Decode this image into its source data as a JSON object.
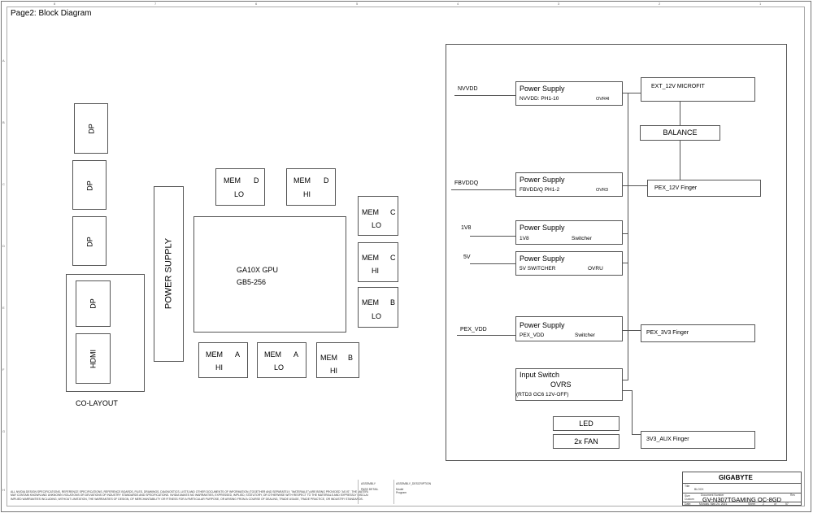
{
  "page_title": "Page2: Block Diagram",
  "left": {
    "dp1": "DP",
    "dp2": "DP",
    "dp3": "DP",
    "dp4": "DP",
    "hdmi": "HDMI",
    "co_layout": "CO-LAYOUT",
    "power_supply": "POWER SUPPLY"
  },
  "gpu": {
    "line1": "GA10X GPU",
    "line2": "GB5-256"
  },
  "mem": {
    "d_lo": {
      "mem": "MEM",
      "ch": "D",
      "bank": "LO"
    },
    "d_hi": {
      "mem": "MEM",
      "ch": "D",
      "bank": "HI"
    },
    "c_lo": {
      "mem": "MEM",
      "ch": "C",
      "bank": "LO"
    },
    "c_hi": {
      "mem": "MEM",
      "ch": "C",
      "bank": "HI"
    },
    "b_lo": {
      "mem": "MEM",
      "ch": "B",
      "bank": "LO"
    },
    "a_hi": {
      "mem": "MEM",
      "ch": "A",
      "bank": "HI"
    },
    "a_lo": {
      "mem": "MEM",
      "ch": "A",
      "bank": "LO"
    },
    "b_hi": {
      "mem": "MEM",
      "ch": "B",
      "bank": "HI"
    }
  },
  "power": {
    "nvvdd": {
      "rail": "NVVDD",
      "title": "Power Supply",
      "desc": "NVVDD: PH1-10",
      "ctrl": "OVR4I"
    },
    "fbvddq": {
      "rail": "FBVDDQ",
      "title": "Power Supply",
      "desc": "FBVDD/Q PH1-2",
      "ctrl": "OVR3"
    },
    "v1v8": {
      "rail": "1V8",
      "title": "Power Supply",
      "desc": "1V8",
      "ctrl": "Switcher"
    },
    "v5v": {
      "rail": "5V",
      "title": "Power Supply",
      "desc": "5V SWITCHER",
      "ctrl": "OVRU"
    },
    "pex_vdd": {
      "rail": "PEX_VDD",
      "title": "Power Supply",
      "desc": "PEX_VDD",
      "ctrl": "Switcher"
    }
  },
  "input_switch": {
    "title": "Input Switch",
    "ctrl": "OVRS",
    "note": "(RTD3 GC6 12V-OFF)"
  },
  "led": "LED",
  "fan": "2x FAN",
  "connectors": {
    "ext12v": "EXT_12V MICROFIT",
    "balance": "BALANCE",
    "pex12v": "PEX_12V Finger",
    "pex3v3": "PEX_3V3 Finger",
    "aux3v3": "3V3_AUX Finger"
  },
  "title_block": {
    "company": "GIGABYTE",
    "title_label": "Title",
    "title_value": "BLOCK",
    "size_label": "Size",
    "size_value": "Custom",
    "docnum_label": "Document Number",
    "docnum_value": "GV-N307TGAMING OC-8GD",
    "date_label": "Date:",
    "date_value": "Monday, May 24, 2021",
    "sheet_label": "Sheet",
    "sheet_value": "2",
    "of_label": "of",
    "of_value": "57",
    "rev_label": "Rev"
  },
  "footer": {
    "assembly": "ASSEMBLY",
    "pass_detail": "PASS DETAIL",
    "assembly_desc": "ASSEMBLY_DESCRIPTION",
    "model": "Model",
    "program": "Program",
    "disclaimer_1": "ALL NVIDIA DESIGN SPECIFICATIONS, REFERENCE SPECIFICATIONS, REFERENCE BOARDS, FILES, DRAWINGS, DIAGNOSTICS, LISTS AND OTHER DOCUMENTS OF INFORMATION (TOGETHER AND SEPARATELY, \"MATERIALS\") ARE BEING PROVIDED \"AS IS\". THE MATERIALS",
    "disclaimer_2": "MAY CONTAIN KNOWN AND UNKNOWN VIOLATIONS OR DEVIATIONS OF INDUSTRY STANDARDS AND SPECIFICATIONS. NVIDIA MAKES NO WARRANTIES, EXPRESSED, IMPLIED, STATUTORY, OR OTHERWISE WITH RESPECT TO THE MATERIALS AND EXPRESSLY DISCLAIMS",
    "disclaimer_3": "IMPLIED WARRANTIES INCLUDING, WITHOUT LIMITATION, THE WARRANTIES OF DESIGN, OF MERCHANTABILITY OR FITNESS FOR A PARTICULAR PURPOSE, OR ARISING FROM A COURSE OF DEALING, TRADE USAGE, TRADE PRACTICE, OR INDUSTRY STANDARDS."
  },
  "ruler_cols": [
    "8",
    "7",
    "6",
    "5",
    "4",
    "3",
    "2",
    "1"
  ],
  "ruler_rows": [
    "A",
    "B",
    "C",
    "D",
    "E",
    "F",
    "G",
    "H"
  ]
}
